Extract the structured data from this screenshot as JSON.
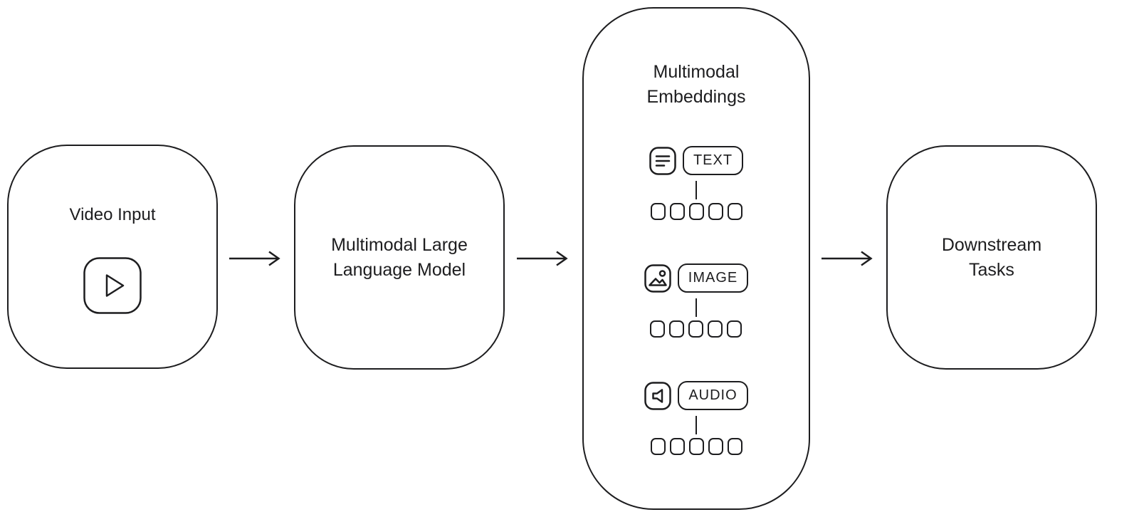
{
  "colors": {
    "background": "#ffffff",
    "stroke": "#1d1d1f",
    "text": "#1d1d1f"
  },
  "nodes": {
    "video_input": {
      "label": "Video Input",
      "icon": "play-icon"
    },
    "mllm": {
      "line1": "Multimodal Large",
      "line2": "Language Model"
    },
    "embeddings": {
      "line1": "Multimodal",
      "line2": "Embeddings",
      "modalities": [
        {
          "label": "TEXT",
          "icon": "text-lines-icon",
          "tokens": 5
        },
        {
          "label": "IMAGE",
          "icon": "image-icon",
          "tokens": 5
        },
        {
          "label": "AUDIO",
          "icon": "speaker-icon",
          "tokens": 5
        }
      ]
    },
    "downstream_tasks": {
      "line1": "Downstream",
      "line2": "Tasks"
    }
  },
  "arrows": {
    "count": 3,
    "direction": "right"
  }
}
